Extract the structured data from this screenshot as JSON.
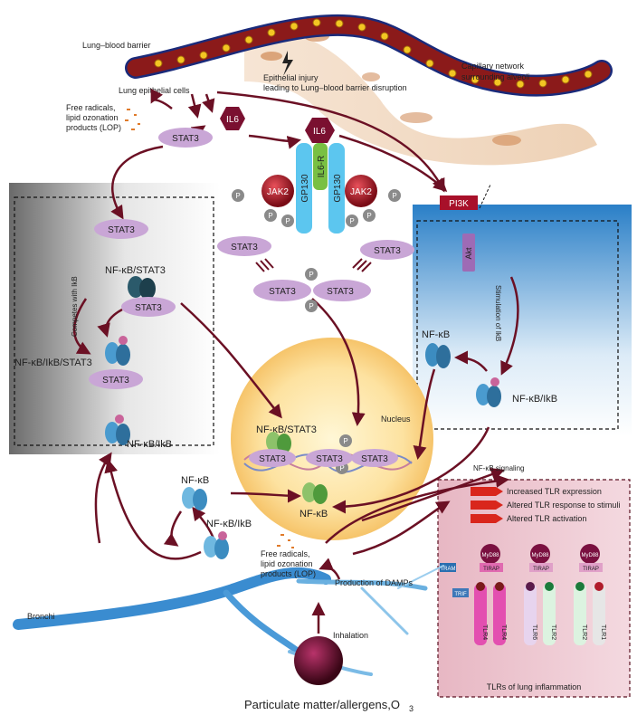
{
  "labels": {
    "lung_blood_barrier": "Lung–blood barrier",
    "capillary_1": "Capillary network",
    "capillary_2": "surrounding alveoli",
    "injury_1": "Epithelial injury",
    "injury_2": "leading to Lung–blood barrier disruption",
    "lung_epithelial": "Lung epithelial cells",
    "free_radicals_top_1": "Free radicals,",
    "free_radicals_top_2": "lipid ozonation",
    "free_radicals_top_3": "products (LOP)",
    "il6_left": "IL6",
    "il6_right": "IL6",
    "stat3_top": "STAT3",
    "gp130_left": "GP130",
    "il6r": "IL6-R",
    "gp130_right": "GP130",
    "jak2_left": "JAK2",
    "jak2_right": "JAK2",
    "p": "P",
    "stat3_rec_left": "STAT3",
    "stat3_rec_right": "STAT3",
    "stat3_dimer_left": "STAT3",
    "stat3_dimer_right": "STAT3",
    "pi3k": "PI3K",
    "akt": "Akt",
    "stim_ikb": "Stimulation of IkB",
    "nfkb_right": "NF-κB",
    "nfkb_ikb_right": "NF-κB/IkB",
    "stat3_left_box": "STAT3",
    "competes": "Competes with IkB",
    "nfkb_stat3_left": "NF-κB/STAT3",
    "stat3_left_mid": "STAT3",
    "nfkb_ikb_stat3": "NF-κB/IkB/STAT3",
    "stat3_left_low": "STAT3",
    "nfkb_ikb_left": "NF-κB/IkB",
    "nucleus": "Nucleus",
    "nfkb_stat3_nuc": "NF-κB/STAT3",
    "stat3_nuc_1": "STAT3",
    "stat3_nuc_2": "STAT3",
    "stat3_nuc_3": "STAT3",
    "nfkb_nuc": "NF-κB",
    "nfkb_signaling": "NF-κB signaling",
    "nfkb_bottom": "NF-κB",
    "nfkb_ikb_bottom": "NF-κB/IkB",
    "tlr_1": "Increased TLR expression",
    "tlr_2": "Altered TLR response to stimuli",
    "tlr_3": "Altered TLR activation",
    "myd88": "MyD88",
    "tirap": "TIRAP",
    "tram": "TRAM",
    "trif": "TRIF",
    "tlr4a": "TLR4",
    "tlr4b": "TLR4",
    "tlr6": "TLR6",
    "tlr2a": "TLR2",
    "tlr2b": "TLR2",
    "tlr1": "TLR1",
    "tlr_box_title": "TLRs of lung inflammation",
    "free_radicals_bot_1": "Free radicals,",
    "free_radicals_bot_2": "lipid ozonation",
    "free_radicals_bot_3": "products (LOP)",
    "damps": "Production of DAMPs",
    "bronchi": "Bronchi",
    "inhalation": "Inhalation",
    "particulate": "Particulate matter/allergens,O"
  },
  "colors": {
    "stat3": "#c9a6d6",
    "jak2": "#b4182a",
    "il6": "#7a1030",
    "nfkb": "#3c8cc0",
    "vessel": "#8b1a1a",
    "arrow": "#6b1024"
  }
}
